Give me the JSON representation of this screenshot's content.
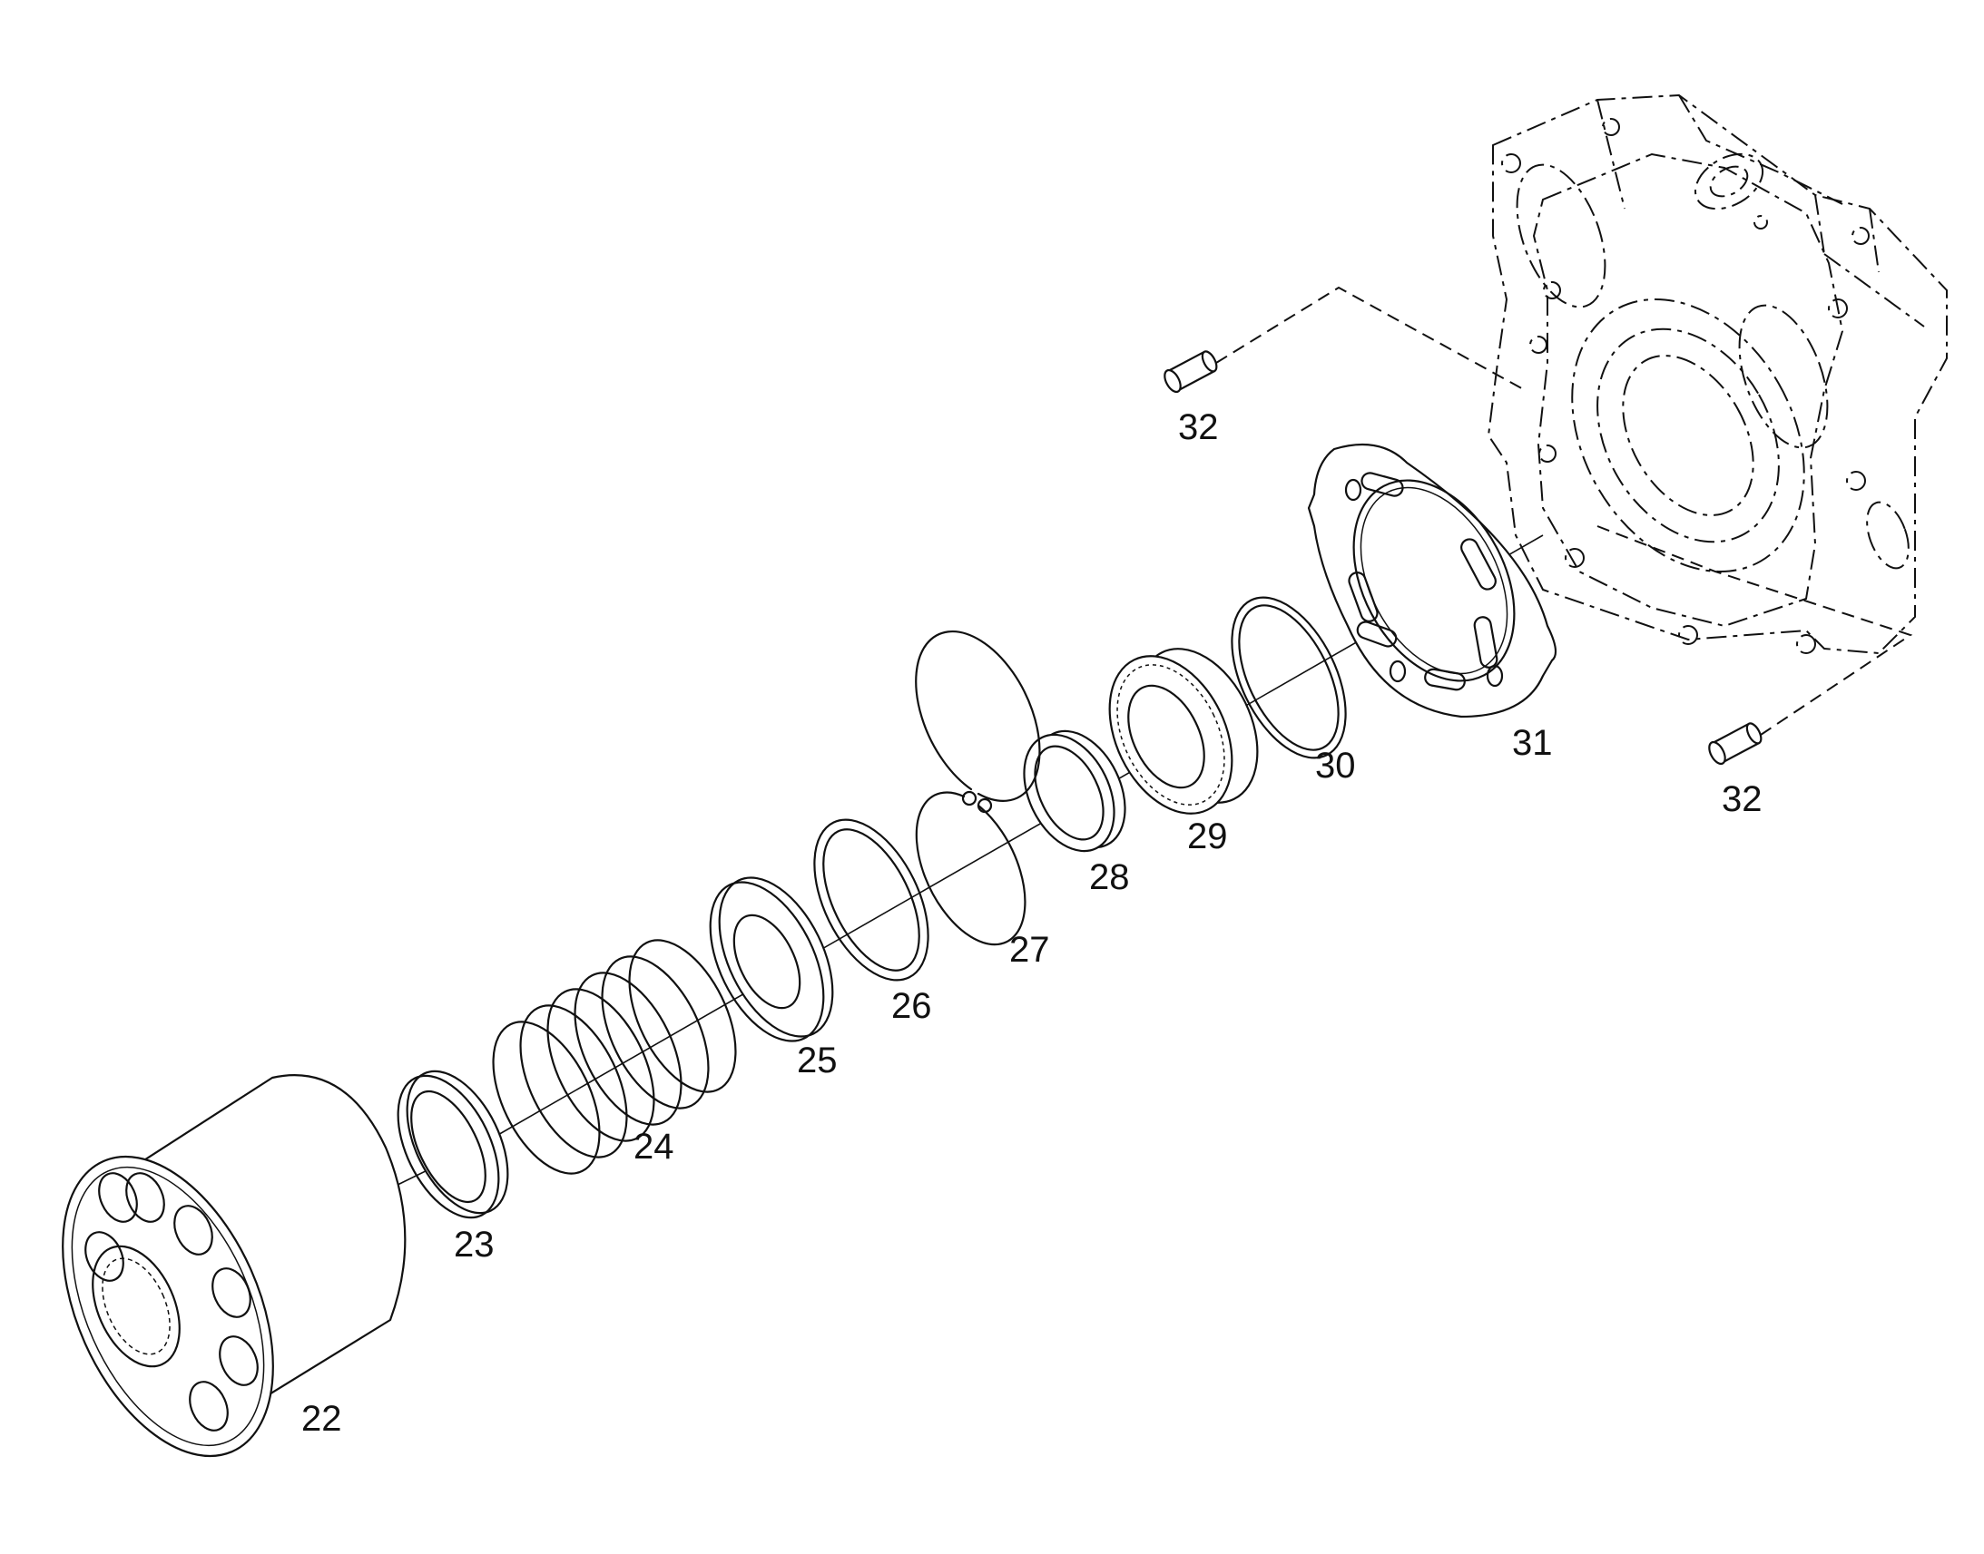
{
  "callouts": [
    {
      "id": "p22",
      "text": "22"
    },
    {
      "id": "p23",
      "text": "23"
    },
    {
      "id": "p24",
      "text": "24"
    },
    {
      "id": "p25",
      "text": "25"
    },
    {
      "id": "p26",
      "text": "26"
    },
    {
      "id": "p27",
      "text": "27"
    },
    {
      "id": "p28",
      "text": "28"
    },
    {
      "id": "p29",
      "text": "29"
    },
    {
      "id": "p30",
      "text": "30"
    },
    {
      "id": "p31",
      "text": "31"
    },
    {
      "id": "p32a",
      "text": "32"
    },
    {
      "id": "p32b",
      "text": "32"
    }
  ]
}
